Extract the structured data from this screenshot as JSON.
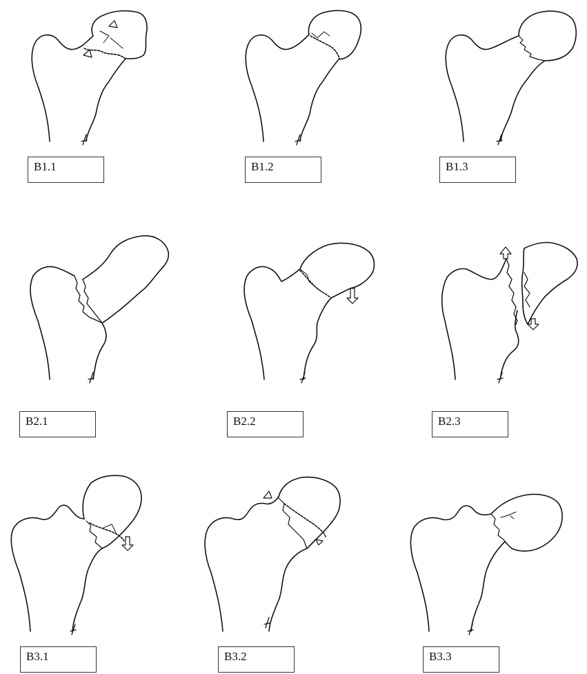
{
  "labels": {
    "b1_1": "B1.1",
    "b1_2": "B1.2",
    "b1_3": "B1.3",
    "b2_1": "B2.1",
    "b2_2": "B2.2",
    "b2_3": "B2.3",
    "b3_1": "B3.1",
    "b3_2": "B3.2",
    "b3_3": "B3.3"
  }
}
